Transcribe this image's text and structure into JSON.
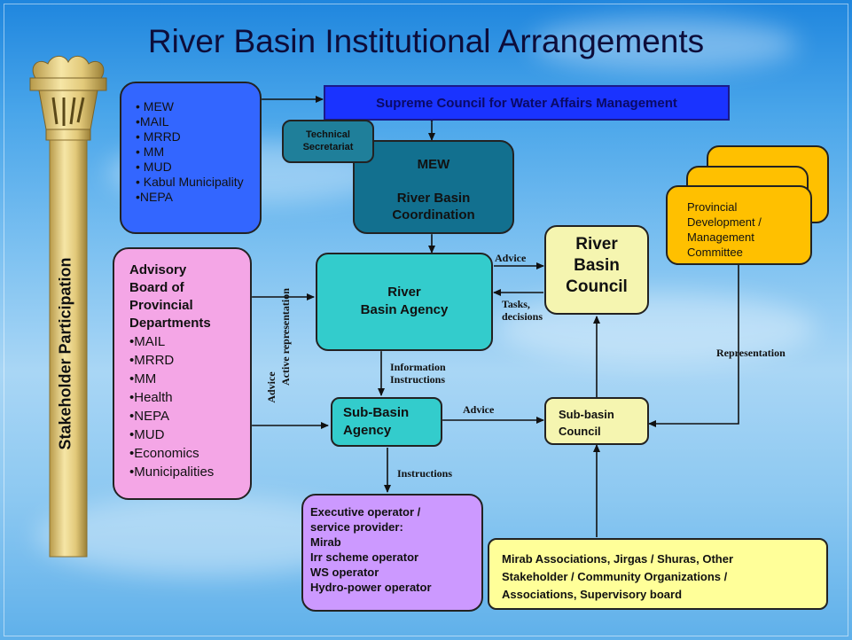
{
  "title": "River Basin Institutional Arrangements",
  "stakeholder_label": "Stakeholder Participation",
  "supreme_council": "Supreme Council for Water Affairs Management",
  "ministries": [
    "• MEW",
    "•MAIL",
    "• MRRD",
    "• MM",
    "• MUD",
    "• Kabul Municipality",
    "•NEPA"
  ],
  "technical_secretariat": [
    "Technical",
    "Secretariat"
  ],
  "mew_box": [
    "MEW",
    "",
    "River Basin",
    "Coordination"
  ],
  "provincial_committee": [
    "Provincial",
    "Development /",
    "Management",
    "Committee"
  ],
  "advisory_board": {
    "heading": [
      "Advisory",
      "Board of",
      "Provincial",
      "Departments"
    ],
    "items": [
      "•MAIL",
      "•MRRD",
      "•MM",
      "•Health",
      "•NEPA",
      "•MUD",
      "•Economics",
      "•Municipalities"
    ]
  },
  "river_basin_agency": [
    "River",
    "Basin Agency"
  ],
  "river_basin_council": [
    "River",
    "Basin",
    "Council"
  ],
  "sub_basin_agency": [
    "Sub-Basin",
    "Agency"
  ],
  "sub_basin_council": [
    "Sub-basin",
    "Council"
  ],
  "executive_operator": [
    "Executive operator /",
    "service provider:",
    "Mirab",
    "Irr scheme operator",
    "WS operator",
    "Hydro-power operator"
  ],
  "mirab_associations": [
    "Mirab Associations, Jirgas / Shuras, Other",
    "Stakeholder / Community Organizations /",
    "Associations, Supervisory board"
  ],
  "labels": {
    "advice_top": "Advice",
    "tasks": [
      "Tasks,",
      "decisions"
    ],
    "representation": "Representation",
    "information": [
      "Information",
      "Instructions"
    ],
    "advice_sub": "Advice",
    "instructions": "Instructions",
    "advice_vertical": "Advice",
    "active_representation": "Active representation"
  },
  "colors": {
    "ministries_fill": "#3366ff",
    "supreme_fill": "#1a33ff",
    "secretariat_fill": "#1f7f9a",
    "mew_fill": "#12708f",
    "agency_fill": "#33cccc",
    "council_fill": "#f5f5b0",
    "advisory_fill": "#f4a6e6",
    "executive_fill": "#cc99ff",
    "mirab_fill": "#ffff99",
    "provincial_fill": "#ffc000"
  }
}
